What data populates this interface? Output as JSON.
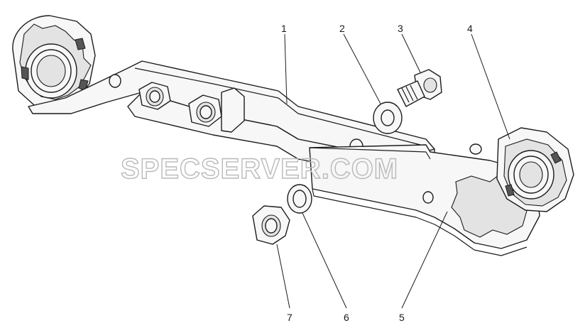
{
  "diagram": {
    "watermark": "SPECSERVER.COM",
    "callouts": [
      {
        "id": "1",
        "label": "1"
      },
      {
        "id": "2",
        "label": "2"
      },
      {
        "id": "3",
        "label": "3"
      },
      {
        "id": "4",
        "label": "4"
      },
      {
        "id": "5",
        "label": "5"
      },
      {
        "id": "6",
        "label": "6"
      },
      {
        "id": "7",
        "label": "7"
      }
    ]
  }
}
